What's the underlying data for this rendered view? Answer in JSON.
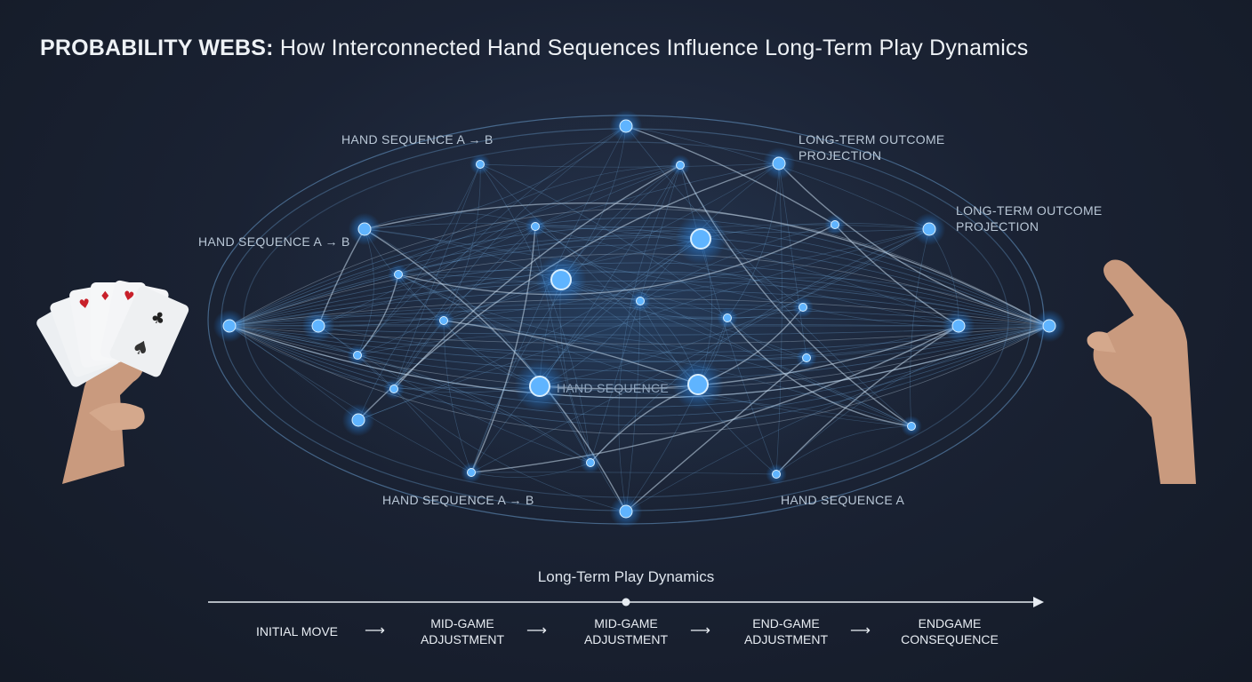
{
  "title": {
    "lead": "PROBABILITY WEBS:",
    "rest": " How Interconnected Hand Sequences Influence Long-Term Play Dynamics"
  },
  "web_labels": {
    "top_left": "HAND SEQUENCE A → B",
    "left": "HAND SEQUENCE A → B",
    "top_right_line1": "LONG-TERM OUTCOME",
    "top_right_line2": "PROJECTION",
    "right_line1": "LONG-TERM OUTCOME",
    "right_line2": "PROJECTION",
    "center": "HAND SEQUENCE",
    "bottom_left": "HAND SEQUENCE A → B",
    "bottom_right": "HAND SEQUENCE A"
  },
  "timeline": {
    "title": "Long-Term Play Dynamics",
    "stages": [
      {
        "line1": "INITIAL MOVE",
        "line2": ""
      },
      {
        "line1": "MID-GAME",
        "line2": "ADJUSTMENT"
      },
      {
        "line1": "MID-GAME",
        "line2": "ADJUSTMENT"
      },
      {
        "line1": "END-GAME",
        "line2": "ADJUSTMENT"
      },
      {
        "line1": "ENDGAME",
        "line2": "CONSEQUENCE"
      }
    ],
    "arrow_glyph": "⟶"
  },
  "colors": {
    "node": "#5fb4ff",
    "node_glow": "#1e7fe0",
    "edge": "#6fa8dc",
    "edge_bright": "#c9dcee"
  },
  "icons": [
    "playing-cards-hand-icon",
    "reaching-hand-icon"
  ]
}
